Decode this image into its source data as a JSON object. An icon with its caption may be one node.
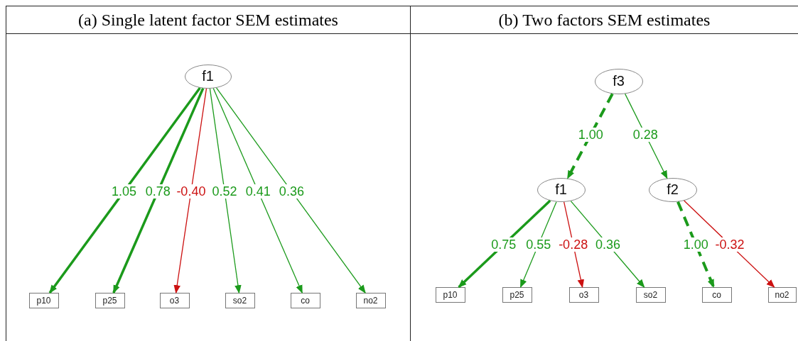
{
  "diagram": {
    "nodes": [
      {
        "text": [
          "(a)  Single latent factor SEM estimates"
        ]
      },
      {
        "text": [
          "f1"
        ],
        "in": 0
      },
      {
        "text": [
          "p10"
        ],
        "in": 0
      },
      {
        "text": [
          "p25"
        ],
        "in": 0
      },
      {
        "text": [
          "o3"
        ],
        "in": 0
      },
      {
        "text": [
          "so2"
        ],
        "in": 0
      },
      {
        "text": [
          "co"
        ],
        "in": 0
      },
      {
        "text": [
          "no2"
        ],
        "in": 0
      },
      {
        "text": [
          "(b)  Two factors SEM estimates"
        ]
      },
      {
        "text": [
          "f3"
        ],
        "in": 8
      },
      {
        "text": [
          "f1"
        ],
        "in": 8
      },
      {
        "text": [
          "f2"
        ],
        "in": 8
      },
      {
        "text": [
          "p10"
        ],
        "in": 8
      },
      {
        "text": [
          "p25"
        ],
        "in": 8
      },
      {
        "text": [
          "o3"
        ],
        "in": 8
      },
      {
        "text": [
          "so2"
        ],
        "in": 8
      },
      {
        "text": [
          "co"
        ],
        "in": 8
      },
      {
        "text": [
          "no2"
        ],
        "in": 8
      }
    ],
    "edges": [
      {
        "from": 1,
        "to": 2,
        "arrow": "to",
        "label": "1.05",
        "style": "thick"
      },
      {
        "from": 1,
        "to": 3,
        "arrow": "to",
        "label": "0.78",
        "style": "thick"
      },
      {
        "from": 1,
        "to": 4,
        "arrow": "to",
        "label": "-0.40",
        "color": "#cc1111"
      },
      {
        "from": 1,
        "to": 5,
        "arrow": "to",
        "label": "0.52"
      },
      {
        "from": 1,
        "to": 6,
        "arrow": "to",
        "label": "0.41"
      },
      {
        "from": 1,
        "to": 7,
        "arrow": "to",
        "label": "0.36"
      },
      {
        "from": 9,
        "to": 10,
        "arrow": "to",
        "label": "1.00",
        "style": "dashed"
      },
      {
        "from": 9,
        "to": 11,
        "arrow": "to",
        "label": "0.28"
      },
      {
        "from": 10,
        "to": 12,
        "arrow": "to",
        "label": "0.75",
        "style": "thick"
      },
      {
        "from": 10,
        "to": 13,
        "arrow": "to",
        "label": "0.55"
      },
      {
        "from": 10,
        "to": 14,
        "arrow": "to",
        "label": "-0.28",
        "color": "#cc1111"
      },
      {
        "from": 10,
        "to": 15,
        "arrow": "to",
        "label": "0.36"
      },
      {
        "from": 11,
        "to": 16,
        "arrow": "to",
        "label": "1.00",
        "style": "dashed"
      },
      {
        "from": 11,
        "to": 17,
        "arrow": "to",
        "label": "-0.32",
        "color": "#cc1111"
      }
    ]
  }
}
